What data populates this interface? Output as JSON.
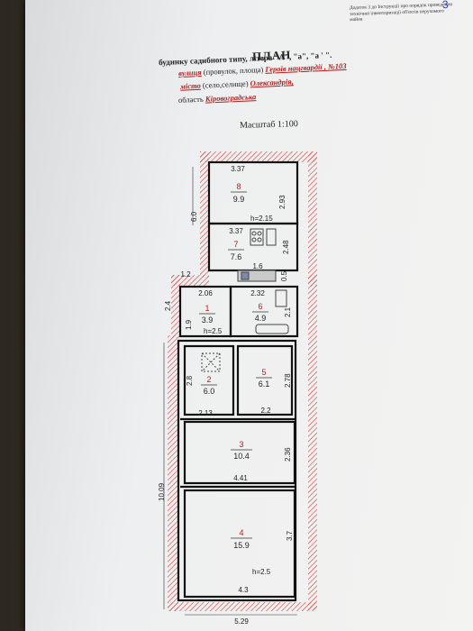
{
  "header": {
    "annex_text": "Додаток 3 до Інструкції про порядок проведення технічної інвентаризації об'єктів нерухомого майна",
    "page_number": "3"
  },
  "title_block": {
    "title": "ПЛАН",
    "subtitle": "будинку садибного типу, літера \"А\", \"а\", \"а ' \".",
    "street_label": "вулиця",
    "street_hint": "(провулок, площа)",
    "street_value": "Героїв нацгвардії , №103",
    "city_label": "місто",
    "city_hint": "(село,селище)",
    "city_value": "Олександрія,",
    "region_label": "область",
    "region_value": "Кіровоградська"
  },
  "scale_text": "Масштаб 1:100",
  "rooms": [
    {
      "num": "8",
      "area": "9.9"
    },
    {
      "num": "7",
      "area": "7.6"
    },
    {
      "num": "1",
      "area": "3.9"
    },
    {
      "num": "6",
      "area": "4.9"
    },
    {
      "num": "2",
      "area": "6.0"
    },
    {
      "num": "5",
      "area": "6.1"
    },
    {
      "num": "3",
      "area": "10.4"
    },
    {
      "num": "4",
      "area": "15.9"
    }
  ],
  "dimensions": {
    "room8_width": "3.37",
    "room8_depth": "2.93",
    "left_6": "6.0",
    "h_215": "h=2.15",
    "room7_width": "3.37",
    "room7_depth": "2.48",
    "small_16": "1.6",
    "small_05": "0.5",
    "ext_12": "1.2",
    "room1_width": "2.06",
    "room6_width": "2.32",
    "left_24": "2.4",
    "room6_depth": "2.1",
    "room1_depth": "1.9",
    "h_25_top": "h=2.5",
    "room2_depth": "2.8",
    "room5_depth": "2.78",
    "room2_width": "2.13",
    "room5_width": "2.2",
    "room3_depth": "2.36",
    "room3_width": "4.41",
    "total_length": "10.09",
    "room4_depth": "3.7",
    "h_25_bottom": "h=2.5",
    "room4_width": "4.3",
    "total_width": "5.29"
  }
}
